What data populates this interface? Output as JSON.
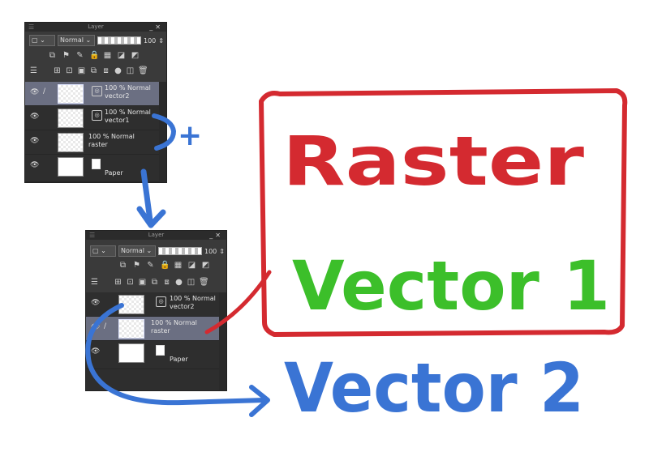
{
  "panels": [
    {
      "title": "Layer",
      "blend_mode": "Normal",
      "opacity": "100",
      "layers": [
        {
          "opacity_mode": "100 % Normal",
          "name": "vector2",
          "kind": "vector",
          "selected": true
        },
        {
          "opacity_mode": "100 % Normal",
          "name": "vector1",
          "kind": "vector",
          "selected": false
        },
        {
          "opacity_mode": "100 % Normal",
          "name": "raster",
          "kind": "raster",
          "selected": false
        },
        {
          "opacity_mode": "",
          "name": "Paper",
          "kind": "paper",
          "selected": false
        }
      ]
    },
    {
      "title": "Layer",
      "blend_mode": "Normal",
      "opacity": "100",
      "layers": [
        {
          "opacity_mode": "100 % Normal",
          "name": "vector2",
          "kind": "vector",
          "selected": false
        },
        {
          "opacity_mode": "100 % Normal",
          "name": "raster",
          "kind": "raster",
          "selected": true
        },
        {
          "opacity_mode": "",
          "name": "Paper",
          "kind": "paper",
          "selected": false
        }
      ]
    }
  ],
  "annotations": {
    "raster": "Raster",
    "vector1": "Vector 1",
    "vector2": "Vector 2",
    "plus": "+"
  },
  "colors": {
    "red": "#d42a30",
    "green": "#3cbf2a",
    "blue": "#3a74d4",
    "panel": "#3a3a3a",
    "selected_layer": "#6b6f82"
  }
}
